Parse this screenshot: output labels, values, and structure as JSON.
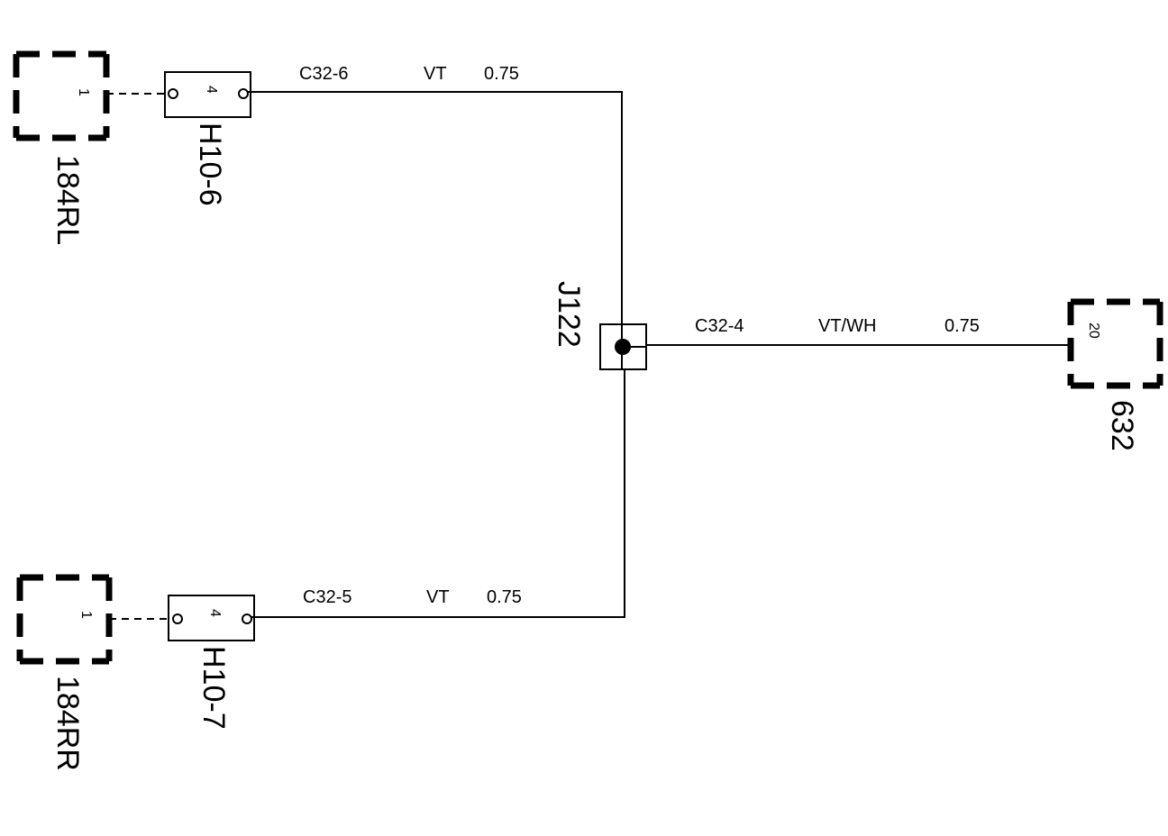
{
  "components": {
    "rl": {
      "id": "184RL",
      "pin": "1"
    },
    "rr": {
      "id": "184RR",
      "pin": "1"
    },
    "ecu": {
      "id": "632",
      "pin": "20"
    }
  },
  "connectors": {
    "h10_6": {
      "id": "H10-6",
      "pin": "4"
    },
    "h10_7": {
      "id": "H10-7",
      "pin": "4"
    }
  },
  "splice": {
    "id": "J122"
  },
  "wires": {
    "top": {
      "circuit": "C32-6",
      "color": "VT",
      "size": "0.75"
    },
    "bottom": {
      "circuit": "C32-5",
      "color": "VT",
      "size": "0.75"
    },
    "right": {
      "circuit": "C32-4",
      "color": "VT/WH",
      "size": "0.75"
    }
  }
}
